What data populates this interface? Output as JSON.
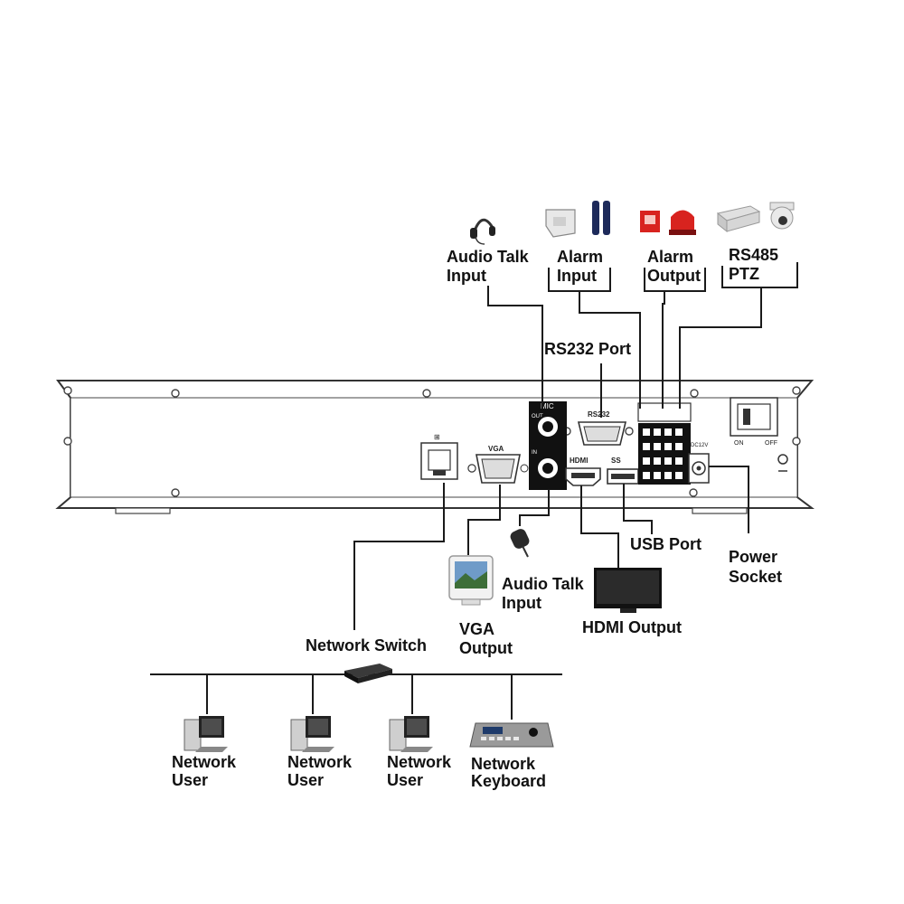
{
  "labels": {
    "audio_talk_input_top": [
      "Audio Talk",
      "Input"
    ],
    "alarm_input": [
      "Alarm",
      "Input"
    ],
    "alarm_output": [
      "Alarm",
      "Output"
    ],
    "rs485_ptz": [
      "RS485",
      "PTZ"
    ],
    "rs232_port": "RS232 Port",
    "usb_port": "USB Port",
    "power_socket": [
      "Power",
      "Socket"
    ],
    "audio_talk_input_bottom": [
      "Audio Talk",
      "Input"
    ],
    "hdmi_output": "HDMI Output",
    "vga_output": [
      "VGA",
      "Output"
    ],
    "network_switch": "Network Switch",
    "network_user_1": [
      "Network",
      "User"
    ],
    "network_user_2": [
      "Network",
      "User"
    ],
    "network_user_3": [
      "Network",
      "User"
    ],
    "network_keyboard": [
      "Network",
      "Keyboard"
    ]
  },
  "panel_text": {
    "vga": "VGA",
    "rs232": "RS232",
    "hdmi": "HDMI",
    "usb": "SS",
    "dc12v": "DC12V",
    "on": "ON",
    "off": "OFF",
    "out": "OUT",
    "in": "IN",
    "mic": "MIC"
  }
}
